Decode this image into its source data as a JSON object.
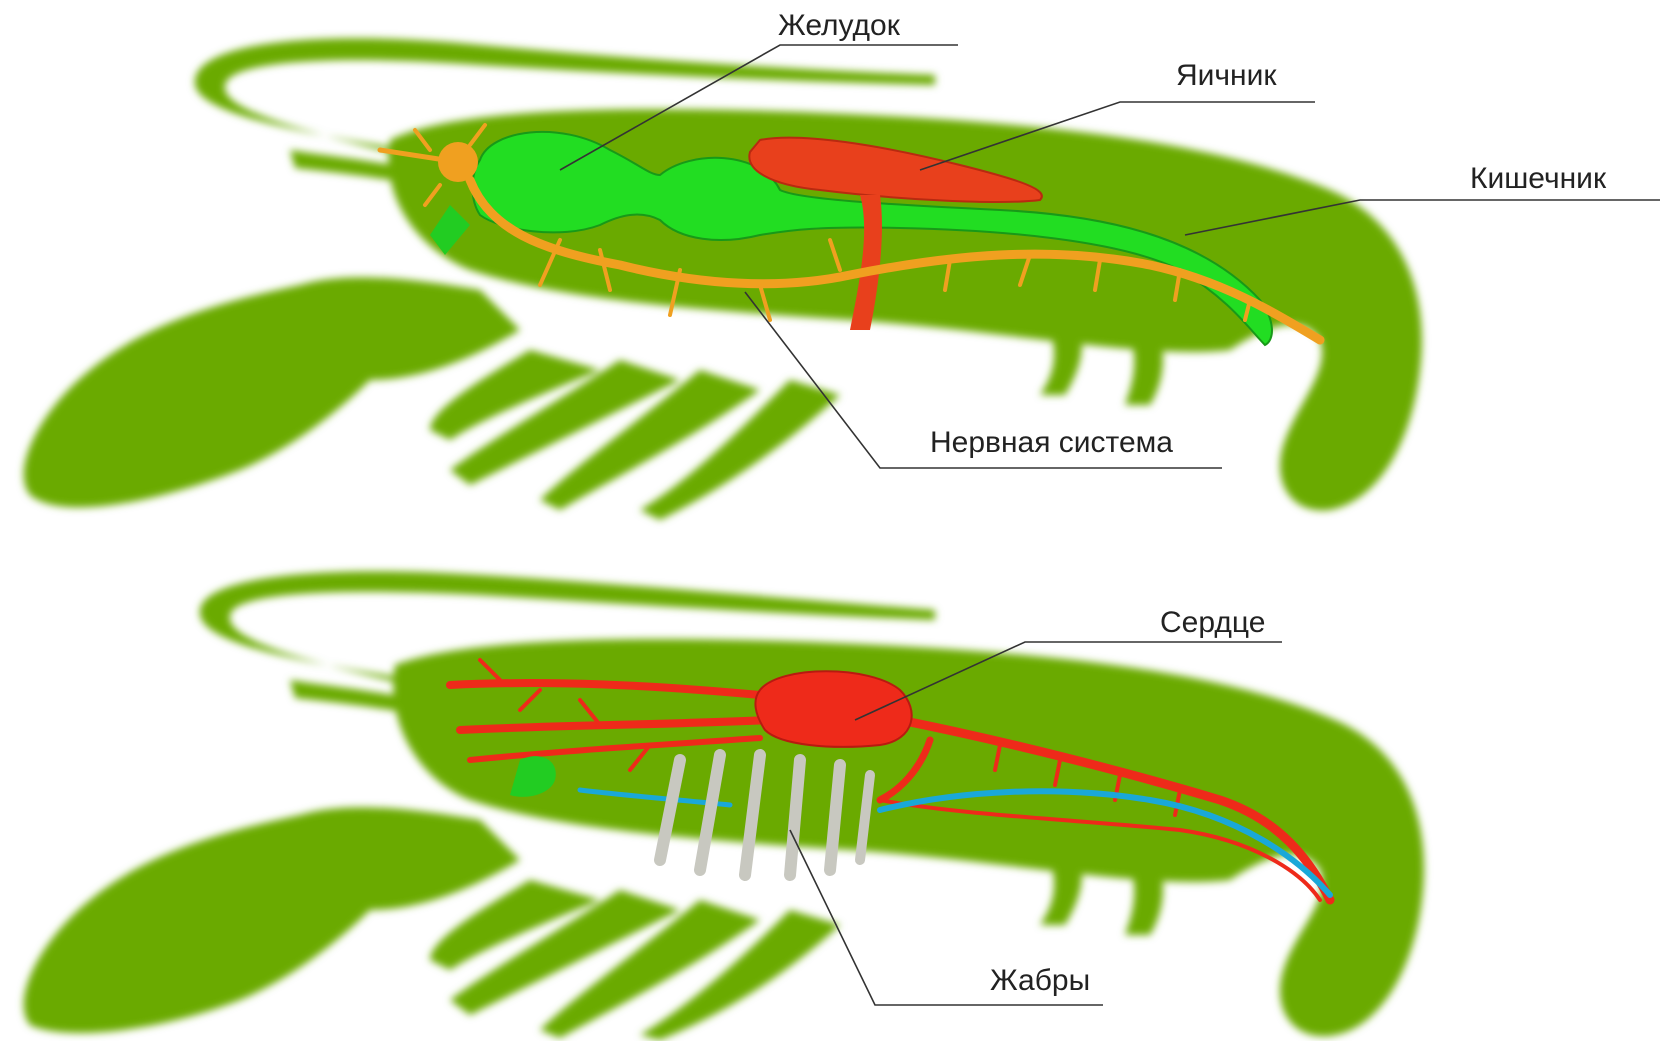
{
  "labels": {
    "stomach": "Желудок",
    "ovary": "Яичник",
    "intestine": "Кишечник",
    "nervous_system": "Нервная система",
    "heart": "Сердце",
    "gills": "Жабры"
  },
  "colors": {
    "silhouette": "#6aaa00",
    "digestive": "#22dd22",
    "ovary": "#e8401c",
    "nerves": "#f0a020",
    "circulatory": "#ee2a1a",
    "vessel_blue": "#1aa8d8",
    "gills": "#c8c8c0",
    "leader_line": "#333333"
  }
}
